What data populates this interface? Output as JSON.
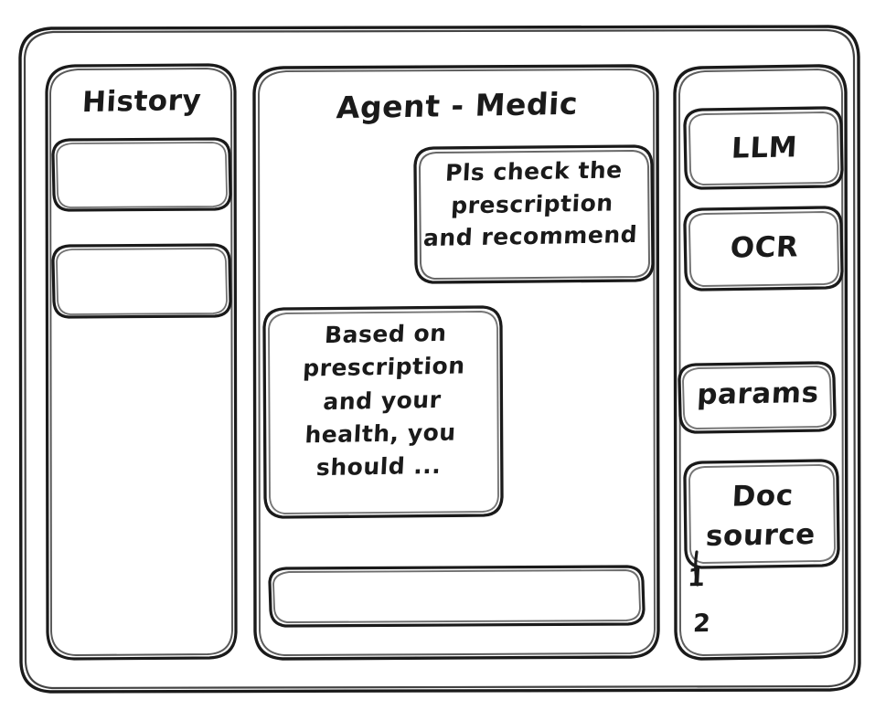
{
  "window": {
    "style": "hand-drawn-wireframe",
    "stroke_color": "#1a1a1a",
    "background_color": "#ffffff"
  },
  "sidebar_left": {
    "title": "History",
    "items": [
      {
        "label": "",
        "name": "history-item-1"
      },
      {
        "label": "",
        "name": "history-item-2"
      }
    ]
  },
  "main": {
    "title": "Agent - Medic",
    "messages": [
      {
        "role": "user",
        "text": "Pls check the\nprescription\nand recommend"
      },
      {
        "role": "agent",
        "text": "Based on\nprescription\nand your\nhealth, you\nshould ..."
      }
    ],
    "composer": {
      "value": "",
      "placeholder": ""
    }
  },
  "sidebar_right": {
    "tools": [
      {
        "label": "LLM",
        "name": "llm"
      },
      {
        "label": "OCR",
        "name": "ocr"
      },
      {
        "label": "params",
        "name": "params"
      }
    ],
    "doc_source": {
      "label": "Doc\nsource",
      "items": [
        "1",
        "2"
      ]
    }
  }
}
